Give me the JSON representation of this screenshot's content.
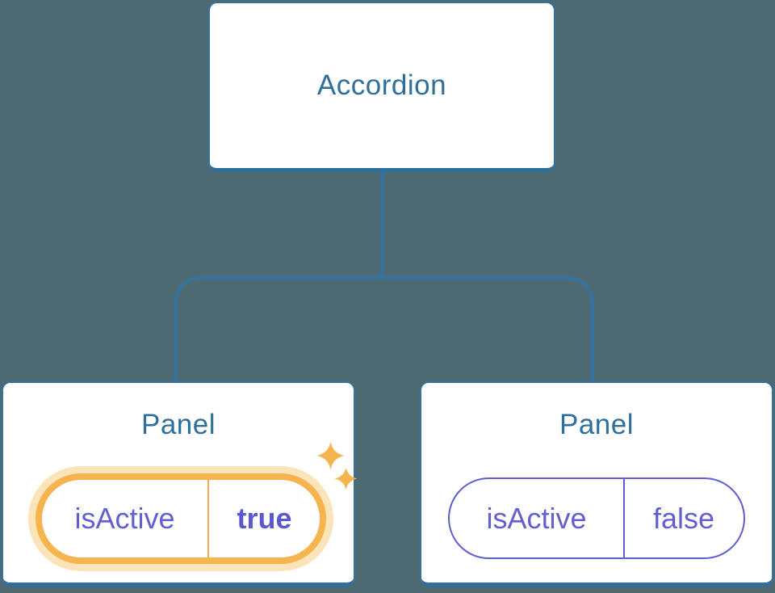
{
  "diagram": {
    "root": {
      "label": "Accordion"
    },
    "panels": [
      {
        "title": "Panel",
        "prop": "isActive",
        "value": "true",
        "active": true
      },
      {
        "title": "Panel",
        "prop": "isActive",
        "value": "false",
        "active": false
      }
    ],
    "icons": {
      "sparkles": "four-point-sparkles"
    },
    "colors": {
      "background": "#4d6a73",
      "node_fill": "#ffffff",
      "node_border": "#37719d",
      "node_text": "#2e6f9c",
      "connector": "#2f73a4",
      "state_text": "#625fd1",
      "state_value_bold": "#5b58cf",
      "highlight_orange": "#f6b44e",
      "highlight_glow": "#fbe3ba"
    }
  }
}
